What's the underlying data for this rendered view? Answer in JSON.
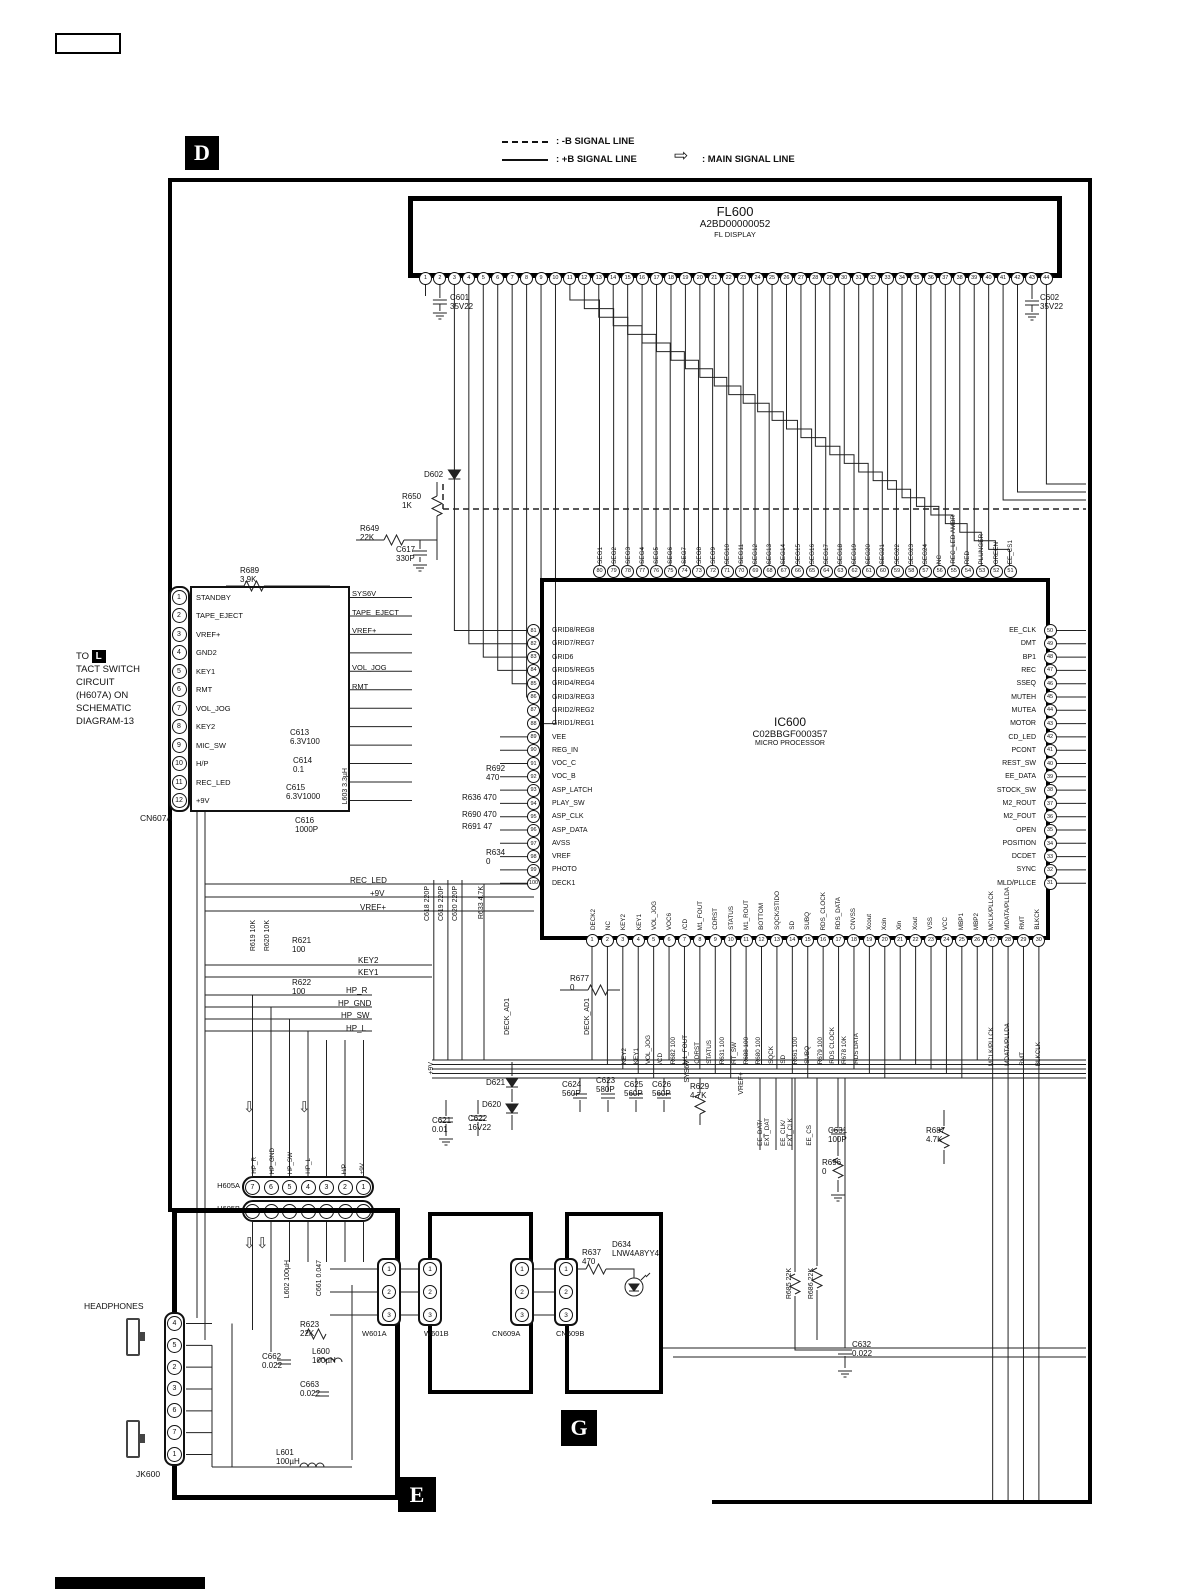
{
  "sections": {
    "d": "D",
    "e": "E",
    "g": "G",
    "l": "L"
  },
  "legend": {
    "neg_b": ": -B SIGNAL LINE",
    "pos_b": ": +B SIGNAL LINE",
    "main": ": MAIN SIGNAL LINE"
  },
  "fl600": {
    "name": "FL600",
    "part": "A2BD00000052",
    "desc": "FL DISPLAY",
    "pins": [
      "1",
      "2",
      "3",
      "4",
      "5",
      "6",
      "7",
      "8",
      "9",
      "10",
      "11",
      "12",
      "13",
      "14",
      "15",
      "16",
      "17",
      "18",
      "19",
      "20",
      "21",
      "22",
      "23",
      "24",
      "25",
      "26",
      "27",
      "28",
      "29",
      "30",
      "31",
      "32",
      "33",
      "34",
      "35",
      "36",
      "37",
      "38",
      "39",
      "40",
      "41",
      "42",
      "43",
      "44"
    ]
  },
  "ic600": {
    "name": "IC600",
    "part": "C02BBGF000357",
    "desc": "MICRO PROCESSOR",
    "top_pins": [
      {
        "n": "80",
        "label": "SEG1"
      },
      {
        "n": "79",
        "label": "SEG2"
      },
      {
        "n": "78",
        "label": "SEG3"
      },
      {
        "n": "77",
        "label": "SEG4"
      },
      {
        "n": "76",
        "label": "SEG5"
      },
      {
        "n": "75",
        "label": "SEG6"
      },
      {
        "n": "74",
        "label": "SEG7"
      },
      {
        "n": "73",
        "label": "SEG8"
      },
      {
        "n": "72",
        "label": "SEG9"
      },
      {
        "n": "71",
        "label": "SEG10"
      },
      {
        "n": "70",
        "label": "SEG11"
      },
      {
        "n": "69",
        "label": "SEG12"
      },
      {
        "n": "68",
        "label": "SEG13"
      },
      {
        "n": "67",
        "label": "SEG14"
      },
      {
        "n": "66",
        "label": "SEG15"
      },
      {
        "n": "65",
        "label": "SEG16"
      },
      {
        "n": "64",
        "label": "SEG17"
      },
      {
        "n": "63",
        "label": "SEG18"
      },
      {
        "n": "62",
        "label": "SEG19"
      },
      {
        "n": "61",
        "label": "SEG20"
      },
      {
        "n": "60",
        "label": "SEG21"
      },
      {
        "n": "59",
        "label": "SEG22"
      },
      {
        "n": "58",
        "label": "SEG23"
      },
      {
        "n": "57",
        "label": "SEG24"
      },
      {
        "n": "56",
        "label": "NC"
      },
      {
        "n": "55",
        "label": "REC_LED AMBR"
      },
      {
        "n": "54",
        "label": "RED"
      },
      {
        "n": "53",
        "label": "PLUNGER"
      },
      {
        "n": "52",
        "label": "GREEN"
      },
      {
        "n": "51",
        "label": "EE_CS1"
      }
    ],
    "left_pins": [
      {
        "n": "81",
        "label": "GRID8/REG8"
      },
      {
        "n": "82",
        "label": "GRID7/REG7"
      },
      {
        "n": "83",
        "label": "GRID6"
      },
      {
        "n": "84",
        "label": "GRID5/REG5"
      },
      {
        "n": "85",
        "label": "GRID4/REG4"
      },
      {
        "n": "86",
        "label": "GRID3/REG3"
      },
      {
        "n": "87",
        "label": "GRID2/REG2"
      },
      {
        "n": "88",
        "label": "GRID1/REG1"
      },
      {
        "n": "89",
        "label": "VEE"
      },
      {
        "n": "90",
        "label": "REG_IN"
      },
      {
        "n": "91",
        "label": "VOC_C"
      },
      {
        "n": "92",
        "label": "VOC_B"
      },
      {
        "n": "93",
        "label": "ASP_LATCH"
      },
      {
        "n": "94",
        "label": "PLAY_SW"
      },
      {
        "n": "95",
        "label": "ASP_CLK"
      },
      {
        "n": "96",
        "label": "ASP_DATA"
      },
      {
        "n": "97",
        "label": "AVSS"
      },
      {
        "n": "98",
        "label": "VREF"
      },
      {
        "n": "99",
        "label": "PHOTO"
      },
      {
        "n": "100",
        "label": "DECK1"
      }
    ],
    "right_pins": [
      {
        "n": "50",
        "label": "EE_CLK"
      },
      {
        "n": "49",
        "label": "DMT"
      },
      {
        "n": "48",
        "label": "BP1"
      },
      {
        "n": "47",
        "label": "REC"
      },
      {
        "n": "46",
        "label": "SSEQ"
      },
      {
        "n": "45",
        "label": "MUTEH"
      },
      {
        "n": "44",
        "label": "MUTEA"
      },
      {
        "n": "43",
        "label": "MOTOR"
      },
      {
        "n": "42",
        "label": "CD_LED"
      },
      {
        "n": "41",
        "label": "PCONT"
      },
      {
        "n": "40",
        "label": "REST_SW"
      },
      {
        "n": "39",
        "label": "EE_DATA"
      },
      {
        "n": "38",
        "label": "STOCK_SW"
      },
      {
        "n": "37",
        "label": "M2_ROUT"
      },
      {
        "n": "36",
        "label": "M2_FOUT"
      },
      {
        "n": "35",
        "label": "OPEN"
      },
      {
        "n": "34",
        "label": "POSITION"
      },
      {
        "n": "33",
        "label": "DCDET"
      },
      {
        "n": "32",
        "label": "SYNC"
      },
      {
        "n": "31",
        "label": "MLD/PLLCE"
      }
    ],
    "bottom_pins": [
      {
        "n": "1",
        "label": "DECK2"
      },
      {
        "n": "2",
        "label": "NC"
      },
      {
        "n": "3",
        "label": "KEY2"
      },
      {
        "n": "4",
        "label": "KEY1"
      },
      {
        "n": "5",
        "label": "VOL_JOG"
      },
      {
        "n": "6",
        "label": "VOC6"
      },
      {
        "n": "7",
        "label": "/CD"
      },
      {
        "n": "8",
        "label": "M1_FOUT"
      },
      {
        "n": "9",
        "label": "CDRST"
      },
      {
        "n": "10",
        "label": "STATUS"
      },
      {
        "n": "11",
        "label": "M1_ROUT"
      },
      {
        "n": "12",
        "label": "BOTTOM"
      },
      {
        "n": "13",
        "label": "SQCK/STIDO"
      },
      {
        "n": "14",
        "label": "SD"
      },
      {
        "n": "15",
        "label": "SUBQ"
      },
      {
        "n": "16",
        "label": "RDS_CLOCK"
      },
      {
        "n": "17",
        "label": "RDS_DATA"
      },
      {
        "n": "18",
        "label": "CNVSS"
      },
      {
        "n": "19",
        "label": "Xcout"
      },
      {
        "n": "20",
        "label": "Xcin"
      },
      {
        "n": "21",
        "label": "Xin"
      },
      {
        "n": "22",
        "label": "Xout"
      },
      {
        "n": "23",
        "label": "VSS"
      },
      {
        "n": "24",
        "label": "VCC"
      },
      {
        "n": "25",
        "label": "MBP1"
      },
      {
        "n": "26",
        "label": "MBP2"
      },
      {
        "n": "27",
        "label": "MCLK/PLLCK"
      },
      {
        "n": "28",
        "label": "MDATA/PLLDA"
      },
      {
        "n": "29",
        "label": "RMT"
      },
      {
        "n": "30",
        "label": "BLKCK"
      }
    ]
  },
  "cn607a": {
    "label": "CN607A",
    "rows": [
      {
        "n": "1",
        "signal": "STANDBY",
        "right": "SYS6V"
      },
      {
        "n": "2",
        "signal": "TAPE_EJECT",
        "right": "TAPE_EJECT"
      },
      {
        "n": "3",
        "signal": "VREF+",
        "right": "VREF+"
      },
      {
        "n": "4",
        "signal": "GND2",
        "right": ""
      },
      {
        "n": "5",
        "signal": "KEY1",
        "right": "VOL_JOG"
      },
      {
        "n": "6",
        "signal": "RMT",
        "right": "RMT"
      },
      {
        "n": "7",
        "signal": "VOL_JOG",
        "right": ""
      },
      {
        "n": "8",
        "signal": "KEY2",
        "right": ""
      },
      {
        "n": "9",
        "signal": "MIC_SW",
        "right": ""
      },
      {
        "n": "10",
        "signal": "H/P",
        "right": ""
      },
      {
        "n": "11",
        "signal": "REC_LED",
        "right": ""
      },
      {
        "n": "12",
        "signal": "+9V",
        "right": ""
      }
    ]
  },
  "note": {
    "to": "TO",
    "lines": [
      "TACT SWITCH",
      "CIRCUIT",
      "(H607A) ON",
      "SCHEMATIC",
      "DIAGRAM-13"
    ]
  },
  "labels": {
    "rec_led": "REC_LED",
    "p9v": "+9V",
    "vref": "VREF+",
    "key2": "KEY2",
    "key1": "KEY1",
    "hp_r": "HP_R",
    "hp_gnd": "HP_GND",
    "hp_sw": "HP_SW",
    "hp_l": "HP_L",
    "sys6v": "SYS6V",
    "deck_ad1": "DECK_AD1",
    "headphones": "HEADPHONES"
  },
  "components": {
    "c601": "C601\n35V22",
    "c602": "C602\n35V22",
    "d602": "D602",
    "r650": "R650\n1K",
    "r649": "R649\n22K",
    "c617": "C617\n330P",
    "r689": "R689\n3.9K",
    "c613": "C613\n6.3V100",
    "c614": "C614\n0.1",
    "c615": "C615\n6.3V1000",
    "c616": "C616\n1000P",
    "l603": "L603 3.3µH",
    "r692": "R692\n470",
    "r636": "R636 470",
    "r690": "R690 470",
    "r691": "R691 47",
    "r634": "R634\n0",
    "r633": "R633 4.7K",
    "c618": "C618 220P",
    "c619": "C619 220P",
    "c620": "C620 220P",
    "r619": "R619 10K",
    "r620": "R620 10K",
    "r621": "R621\n100",
    "r622": "R622\n100",
    "r677": "R677\n0",
    "d621": "D621",
    "d620": "D620",
    "c623": "C623\n580P",
    "c624": "C624\n560P",
    "c625": "C625\n560P",
    "c626": "C626\n560P",
    "r629": "R629\n4.7K",
    "c621": "C621\n0.01",
    "c622": "C622\n16V22",
    "c631": "C631\n100P",
    "r696": "R696\n0",
    "r687": "R687\n4.7K",
    "r623": "R623\n22K",
    "c662": "C662\n0.022",
    "l600": "L600\n100µH",
    "c663": "C663\n0.022",
    "l601": "L601\n100µH",
    "l602": "L602 100µH",
    "c661": "C661 0.047",
    "r637": "R637\n470",
    "d634": "D634\nLNW4A8YY4",
    "r685": "R685 22K",
    "r686": "R686 22K",
    "c632": "C632\n0.022"
  },
  "clusters": {
    "bottom": [
      "KEY2",
      "KEY1",
      "VOL_JOG",
      "/CD",
      "R682 100",
      "M1_FOUT",
      "CDRST",
      "STATUS",
      "R631 100",
      "RT_SW",
      "R688 100",
      "R680 100",
      "SQCK",
      "SD",
      "R661 100",
      "SUBQ",
      "R679 100",
      "RDS CLOCK",
      "R678 10K",
      "RDS DATA"
    ],
    "right": [
      "MCLK/PLLCK",
      "MDATA/PLLDA",
      "RMT",
      "BLKCLK"
    ],
    "ee": [
      "EE_DAT/\nEXT_DAT",
      "EE_CLK/\nEXT_CLK",
      "EE_CS"
    ],
    "h605_top": [
      "HP_R",
      "HP_GND",
      "HP_SW",
      "HP_L",
      "",
      "H/P",
      "+9V"
    ]
  },
  "connectors": {
    "h605a": {
      "label": "H605A",
      "pins": [
        "7",
        "6",
        "5",
        "4",
        "3",
        "2",
        "1"
      ]
    },
    "h605b": {
      "label": "H605B",
      "pins": [
        "1",
        "2",
        "3",
        "4",
        "5",
        "6",
        "7"
      ]
    },
    "jk600": {
      "label": "JK600",
      "pins": [
        "4",
        "5",
        "2",
        "3",
        "6",
        "7",
        "1"
      ]
    },
    "w601a": {
      "label": "W601A",
      "pins": [
        "1",
        "2",
        "3"
      ]
    },
    "w601b": {
      "label": "W601B",
      "pins": [
        "1",
        "2",
        "3"
      ]
    },
    "cn609a": {
      "label": "CN609A",
      "pins": [
        "1",
        "2",
        "3"
      ]
    },
    "cn609b": {
      "label": "CN609B",
      "pins": [
        "1",
        "2",
        "3"
      ]
    }
  }
}
